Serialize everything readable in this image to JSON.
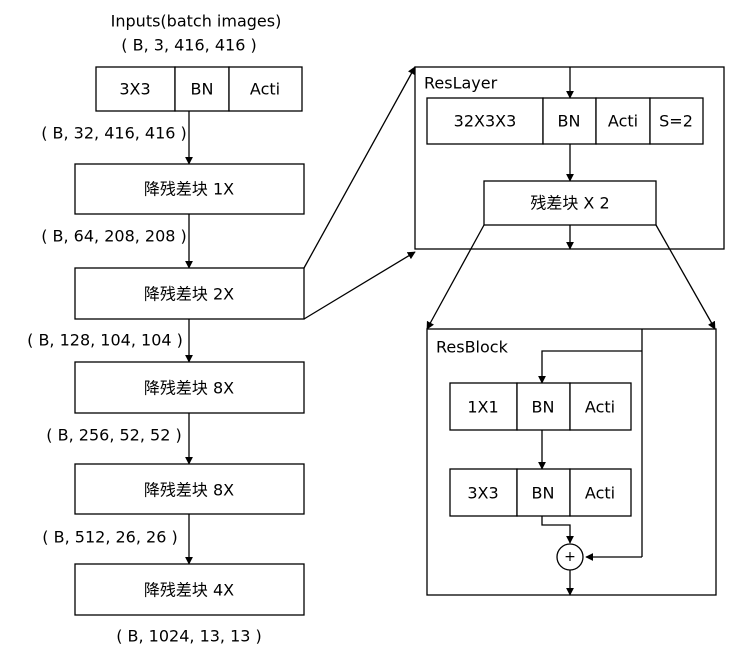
{
  "backbone": {
    "input_label": "Inputs(batch images)",
    "input_shape": "( B, 3, 416, 416 )",
    "conv_cells": [
      "3X3",
      "BN",
      "Acti"
    ],
    "stages": [
      {
        "shape_in": "( B, 32, 416, 416 )",
        "label": "降残差块 1X"
      },
      {
        "shape_in": "( B, 64, 208, 208 )",
        "label": "降残差块  2X"
      },
      {
        "shape_in": "( B, 128, 104, 104 )",
        "label": "降残差块 8X"
      },
      {
        "shape_in": "( B, 256, 52, 52 )",
        "label": "降残差块  8X"
      },
      {
        "shape_in": "( B, 512, 26, 26 )",
        "label": "降残差块  4X"
      }
    ],
    "output_shape": "( B, 1024, 13, 13 )"
  },
  "reslayer": {
    "title": "ResLayer",
    "conv_cells": [
      "32X3X3",
      "BN",
      "Acti",
      "S=2"
    ],
    "block_label": "残差块 X 2"
  },
  "resblock": {
    "title": "ResBlock",
    "row1_cells": [
      "1X1",
      "BN",
      "Acti"
    ],
    "row2_cells": [
      "3X3",
      "BN",
      "Acti"
    ],
    "add_symbol": "+"
  }
}
